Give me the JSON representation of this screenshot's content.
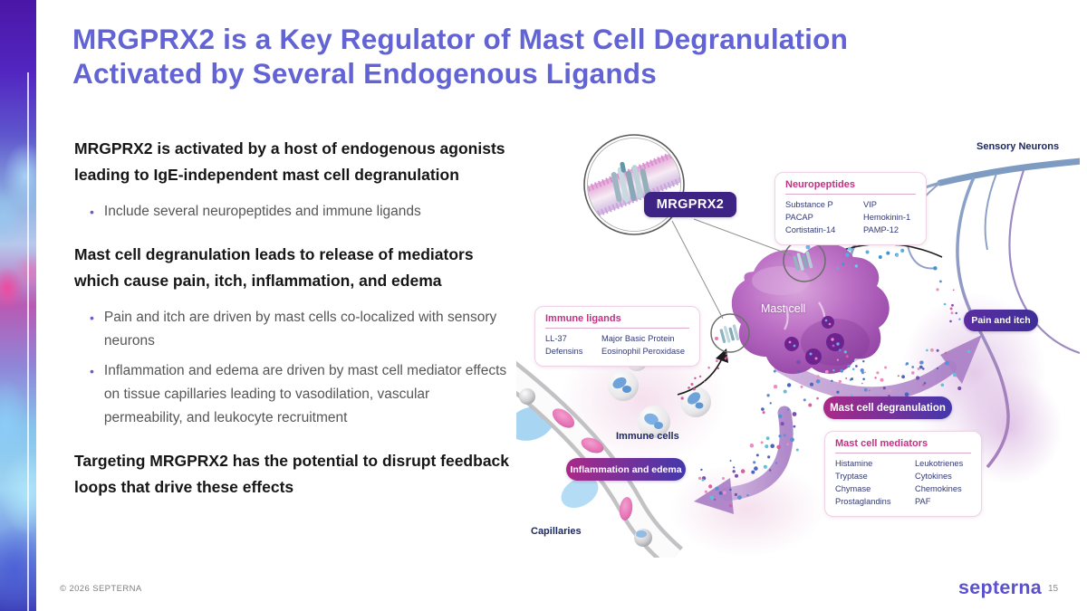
{
  "slide": {
    "title_line1": "MRGPRX2 is a Key Regulator of Mast Cell Degranulation",
    "title_line2": "Activated by Several Endogenous Ligands"
  },
  "body": {
    "point1": {
      "heading": "MRGPRX2 is activated by a host of endogenous agonists leading to IgE-independent mast cell degranulation",
      "bullets": [
        "Include several neuropeptides and immune ligands"
      ]
    },
    "point2": {
      "heading": "Mast cell degranulation leads to release of mediators which cause pain, itch, inflammation, and edema",
      "bullets": [
        "Pain and itch are driven by mast cells co-localized with sensory neurons",
        "Inflammation and edema are driven by mast cell mediator effects on tissue capillaries leading to vasodilation, vascular permeability, and leukocyte recruitment"
      ]
    },
    "point3": {
      "heading": "Targeting MRGPRX2 has the potential to disrupt feedback loops that drive these effects"
    }
  },
  "diagram": {
    "receptor_pill": "MRGPRX2",
    "labels": {
      "sensory_neurons": "Sensory Neurons",
      "mast_cell": "Mast cell",
      "immune_cells": "Immune cells",
      "capillaries": "Capillaries"
    },
    "pills": {
      "pain_itch": "Pain and itch",
      "degranulation": "Mast cell degranulation",
      "inflammation_edema": "Inflammation and edema"
    },
    "boxes": {
      "neuropeptides": {
        "title": "Neuropeptides",
        "col1": [
          "Substance P",
          "PACAP",
          "Cortistatin-14"
        ],
        "col2": [
          "VIP",
          "Hemokinin-1",
          "PAMP-12"
        ]
      },
      "immune_ligands": {
        "title": "Immune ligands",
        "col1": [
          "LL-37",
          "Defensins"
        ],
        "col2": [
          "Major Basic Protein",
          "Eosinophil Peroxidase"
        ]
      },
      "mast_cell_mediators": {
        "title": "Mast cell mediators",
        "col1": [
          "Histamine",
          "Tryptase",
          "Chymase",
          "Prostaglandins"
        ],
        "col2": [
          "Leukotrienes",
          "Cytokines",
          "Chemokines",
          "PAF"
        ]
      }
    }
  },
  "footer": {
    "copyright": "© 2026 SEPTERNA",
    "logo": "septerna",
    "page_number": "15"
  },
  "colors": {
    "title": "#6263d4",
    "accent_magenta": "#c13284",
    "pill_dark_purple": "#3d2383",
    "pill_indigo": "#44309a",
    "gradient_pill_left": "#aa2a87",
    "gradient_pill_right": "#4338ac",
    "body_heading": "#161616",
    "bullet_text": "#565656",
    "diagram_label_navy": "#1c2860",
    "logo_purple": "#5a50d0"
  }
}
